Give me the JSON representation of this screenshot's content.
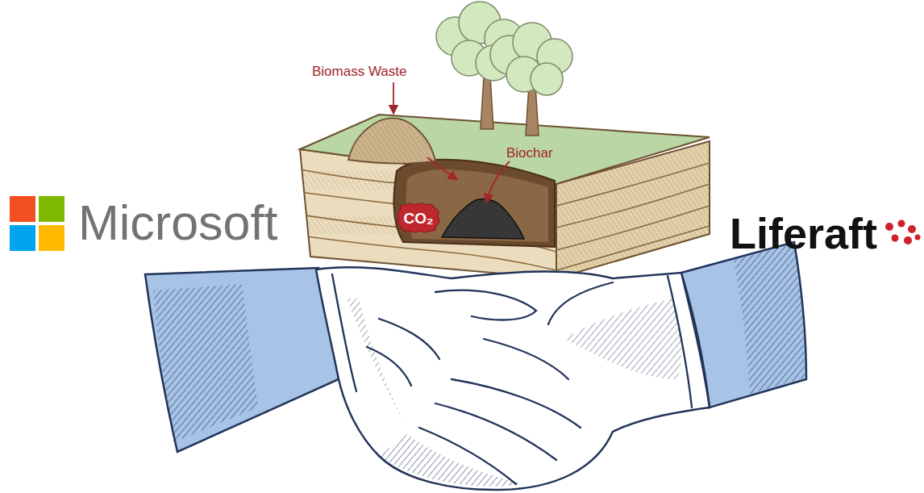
{
  "diagram": {
    "nodes": [
      {
        "text": [
          "CO₂"
        ]
      }
    ],
    "labels": [
      "Biomass Waste",
      "Biochar",
      "Microsoft",
      "Liferaft"
    ]
  }
}
